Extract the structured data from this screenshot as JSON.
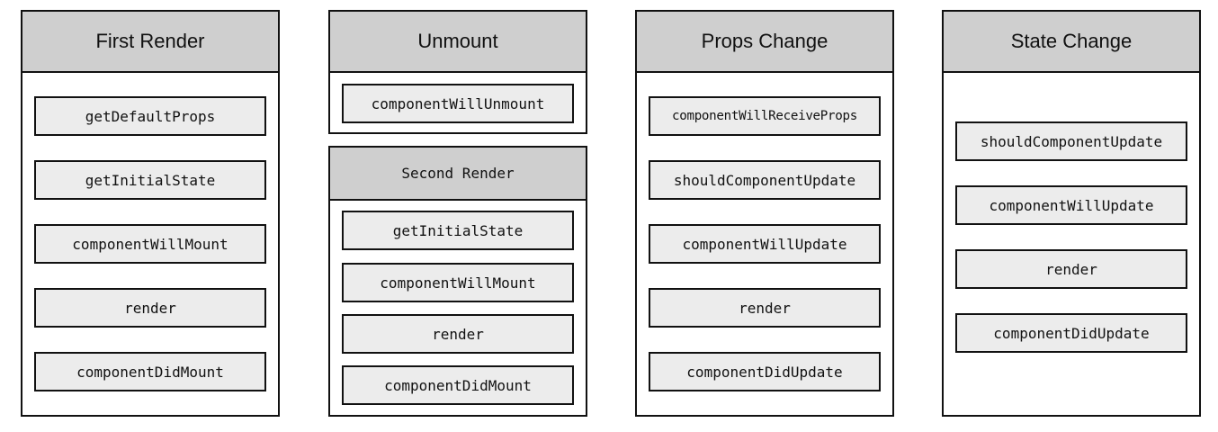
{
  "first_render": {
    "title": "First Render",
    "methods": [
      "getDefaultProps",
      "getInitialState",
      "componentWillMount",
      "render",
      "componentDidMount"
    ]
  },
  "unmount": {
    "title": "Unmount",
    "methods": [
      "componentWillUnmount"
    ]
  },
  "second_render": {
    "title": "Second Render",
    "methods": [
      "getInitialState",
      "componentWillMount",
      "render",
      "componentDidMount"
    ]
  },
  "props_change": {
    "title": "Props Change",
    "methods": [
      "componentWillReceiveProps",
      "shouldComponentUpdate",
      "componentWillUpdate",
      "render",
      "componentDidUpdate"
    ]
  },
  "state_change": {
    "title": "State Change",
    "methods": [
      "shouldComponentUpdate",
      "componentWillUpdate",
      "render",
      "componentDidUpdate"
    ]
  }
}
